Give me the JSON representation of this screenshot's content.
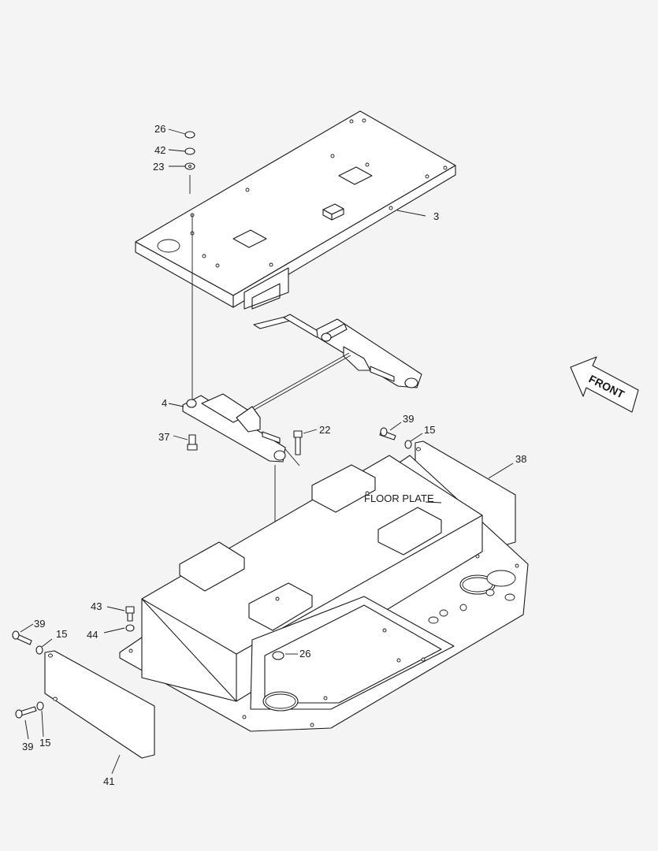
{
  "drawing": {
    "floor_plate_label": "FLOOR PLATE",
    "front_label": "FRONT",
    "callouts": {
      "c26_top": "26",
      "c42": "42",
      "c23": "23",
      "c3": "3",
      "c4": "4",
      "c37": "37",
      "c22": "22",
      "c39_right": "39",
      "c15_right": "15",
      "c38": "38",
      "c43": "43",
      "c44": "44",
      "c26_bottom": "26",
      "c39_left_top": "39",
      "c15_left_top": "15",
      "c39_left_bottom": "39",
      "c15_left_bottom": "15",
      "c41": "41"
    }
  }
}
